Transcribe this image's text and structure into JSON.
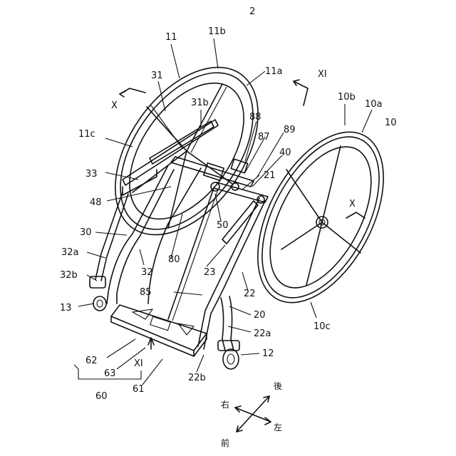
{
  "labels": {
    "ref_2": "2",
    "ref_11": "11",
    "ref_11b": "11b",
    "ref_11a": "11a",
    "ref_11c": "11c",
    "ref_31": "31",
    "ref_31b": "31b",
    "ref_XI_top": "XI",
    "ref_X_left": "X",
    "ref_10b": "10b",
    "ref_10a": "10a",
    "ref_10": "10",
    "ref_88": "88",
    "ref_87": "87",
    "ref_89": "89",
    "ref_40": "40",
    "ref_21": "21",
    "ref_33": "33",
    "ref_48": "48",
    "ref_X_right": "X",
    "ref_50": "50",
    "ref_30": "30",
    "ref_32a": "32a",
    "ref_32b": "32b",
    "ref_32": "32",
    "ref_80": "80",
    "ref_23": "23",
    "ref_85": "85",
    "ref_22": "22",
    "ref_13": "13",
    "ref_20": "20",
    "ref_10c": "10c",
    "ref_22a": "22a",
    "ref_12": "12",
    "ref_62": "62",
    "ref_63": "63",
    "ref_XI_bottom": "XI",
    "ref_22b": "22b",
    "ref_61": "61",
    "ref_60": "60"
  },
  "compass": {
    "rear": "後",
    "right": "右",
    "left": "左",
    "front": "前"
  }
}
